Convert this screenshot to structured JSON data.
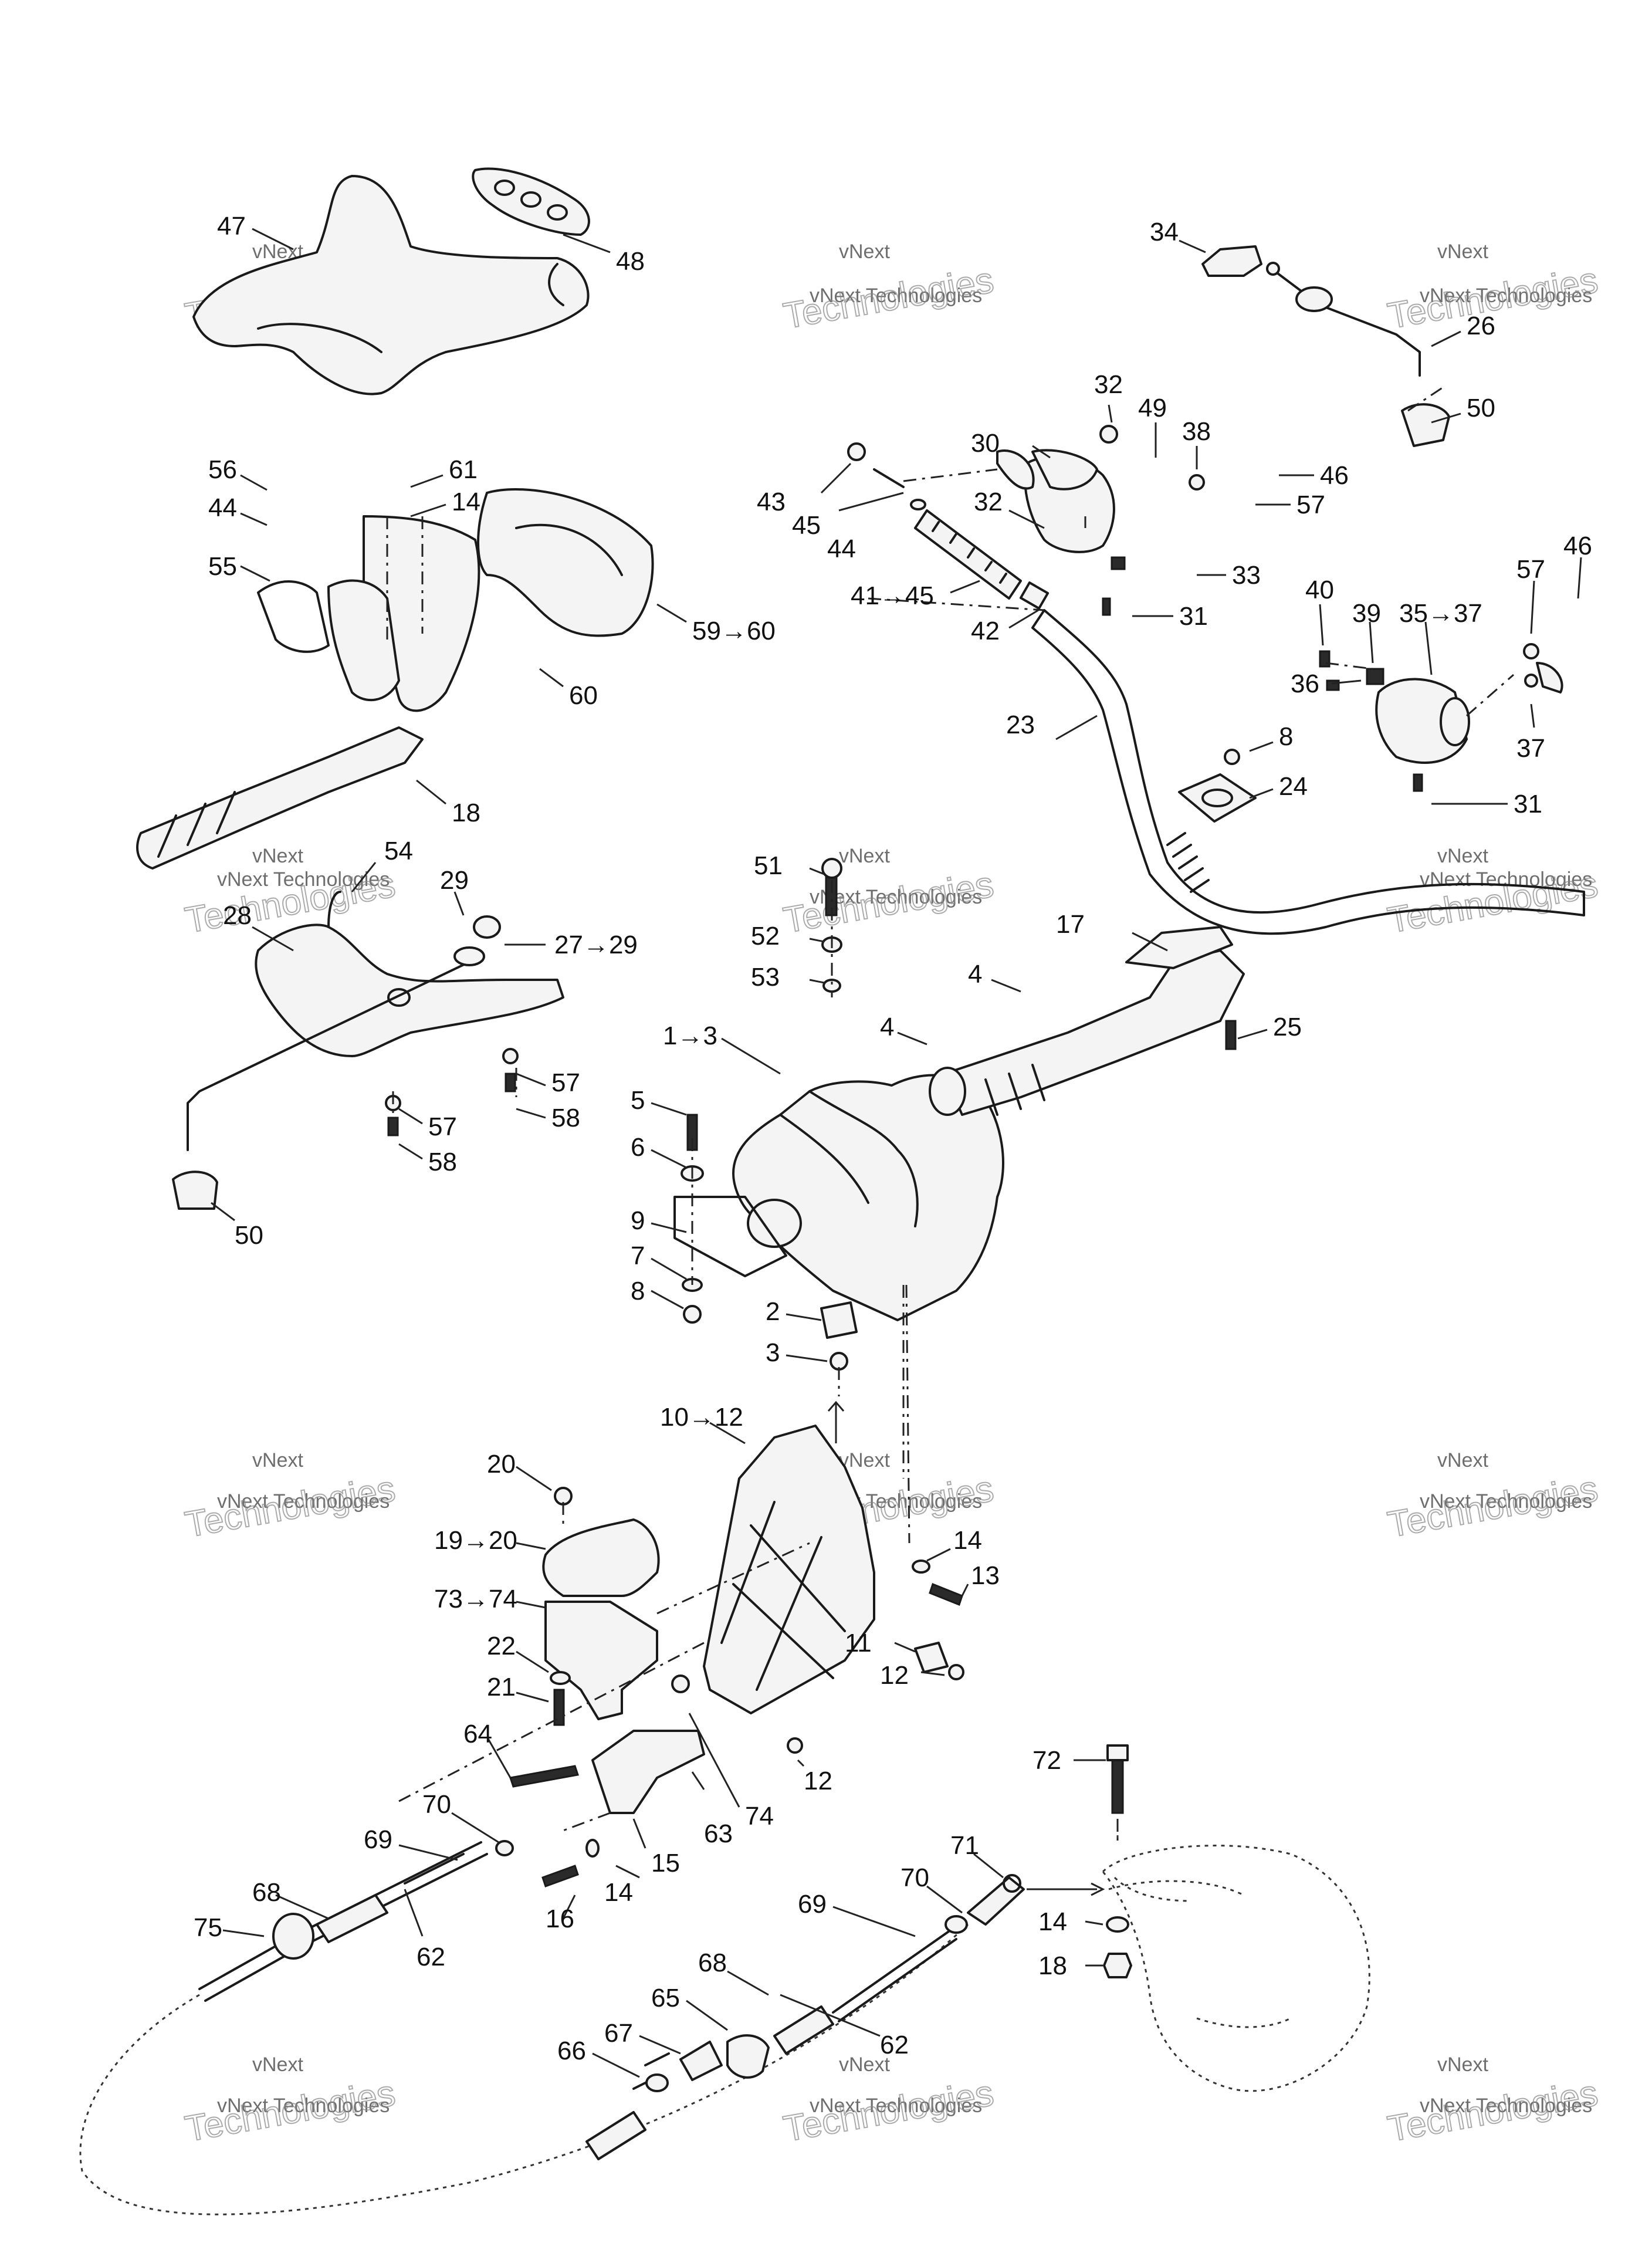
{
  "watermark": {
    "line1": "vNext",
    "line2": "vNext Technologies",
    "line3": "Technologies"
  },
  "callouts": [
    "47",
    "48",
    "34",
    "26",
    "50",
    "32",
    "49",
    "38",
    "30",
    "46",
    "43",
    "45",
    "44",
    "57",
    "32",
    "33",
    "41→45",
    "42",
    "31",
    "56",
    "61",
    "14",
    "44",
    "55",
    "59→60",
    "60",
    "18",
    "40",
    "39",
    "35→37",
    "57",
    "46",
    "36",
    "37",
    "31",
    "23",
    "8",
    "24",
    "54",
    "29",
    "28",
    "27→29",
    "57",
    "58",
    "57",
    "58",
    "50",
    "51",
    "52",
    "53",
    "4",
    "4",
    "17",
    "25",
    "1→3",
    "5",
    "6",
    "9",
    "7",
    "8",
    "2",
    "3",
    "10→12",
    "20",
    "19→20",
    "73→74",
    "22",
    "21",
    "14",
    "13",
    "11",
    "12",
    "12",
    "64",
    "70",
    "69",
    "63",
    "74",
    "15",
    "72",
    "71",
    "70",
    "14",
    "16",
    "68",
    "75",
    "62",
    "69",
    "14",
    "18",
    "68",
    "65",
    "67",
    "66",
    "62"
  ],
  "colors": {
    "ink": "#1a1a1a",
    "watermark": "#888888",
    "background": "#ffffff"
  }
}
